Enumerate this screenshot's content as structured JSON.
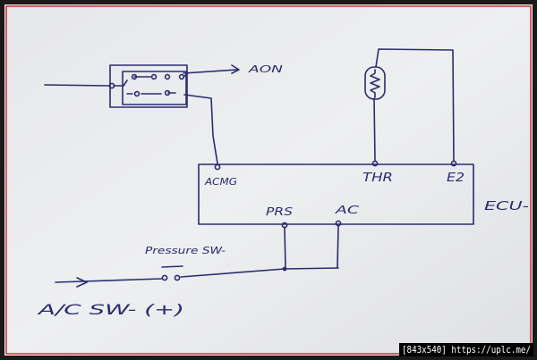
{
  "labels": {
    "output": "AON",
    "acmg": "ACMG",
    "thr": "THR",
    "e2": "E2",
    "ecu": "ECU-",
    "prs": "PRS",
    "ac": "AC",
    "pressure_switch": "Pressure SW-",
    "ac_switch": "A/C   SW-  (+)"
  },
  "watermark": "[843x540] https://uplc.me/",
  "colors": {
    "ink": "#2a2d6e",
    "paper": "#e9eaec",
    "frame": "#1a1a1a",
    "watermark_bg": "#000000"
  }
}
